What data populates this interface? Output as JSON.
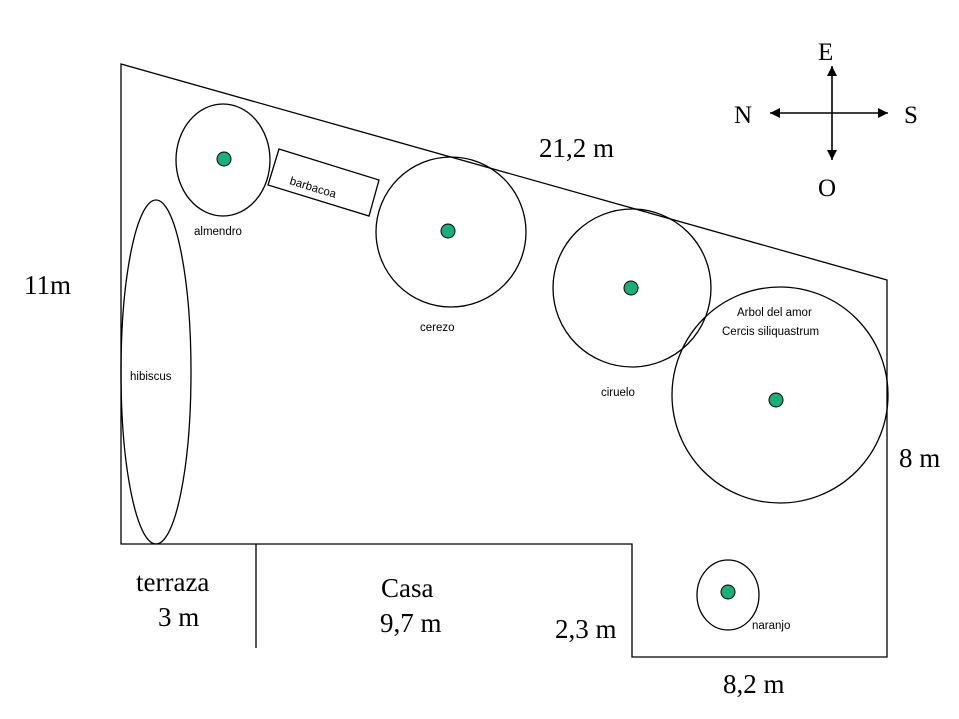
{
  "dimensions": {
    "left_side": "11m",
    "top_side": "21,2 m",
    "right_side": "8 m",
    "bottom_right": "8,2 m",
    "step": "2,3 m"
  },
  "areas": {
    "terraza": {
      "name": "terraza",
      "length": "3 m"
    },
    "casa": {
      "name": "Casa",
      "length": "9,7 m"
    }
  },
  "plants": {
    "almendro": "almendro",
    "barbacoa": "barbacoa",
    "cerezo": "cerezo",
    "ciruelo": "ciruelo",
    "arbol_line1": "Arbol del amor",
    "arbol_line2": "Cercis siliquastrum",
    "hibiscus": "hibiscus",
    "naranjo": "naranjo"
  },
  "compass": {
    "east": "E",
    "west": "O",
    "north": "N",
    "south": "S"
  },
  "colors": {
    "trunk": "#1aae7b",
    "line": "#000000"
  }
}
